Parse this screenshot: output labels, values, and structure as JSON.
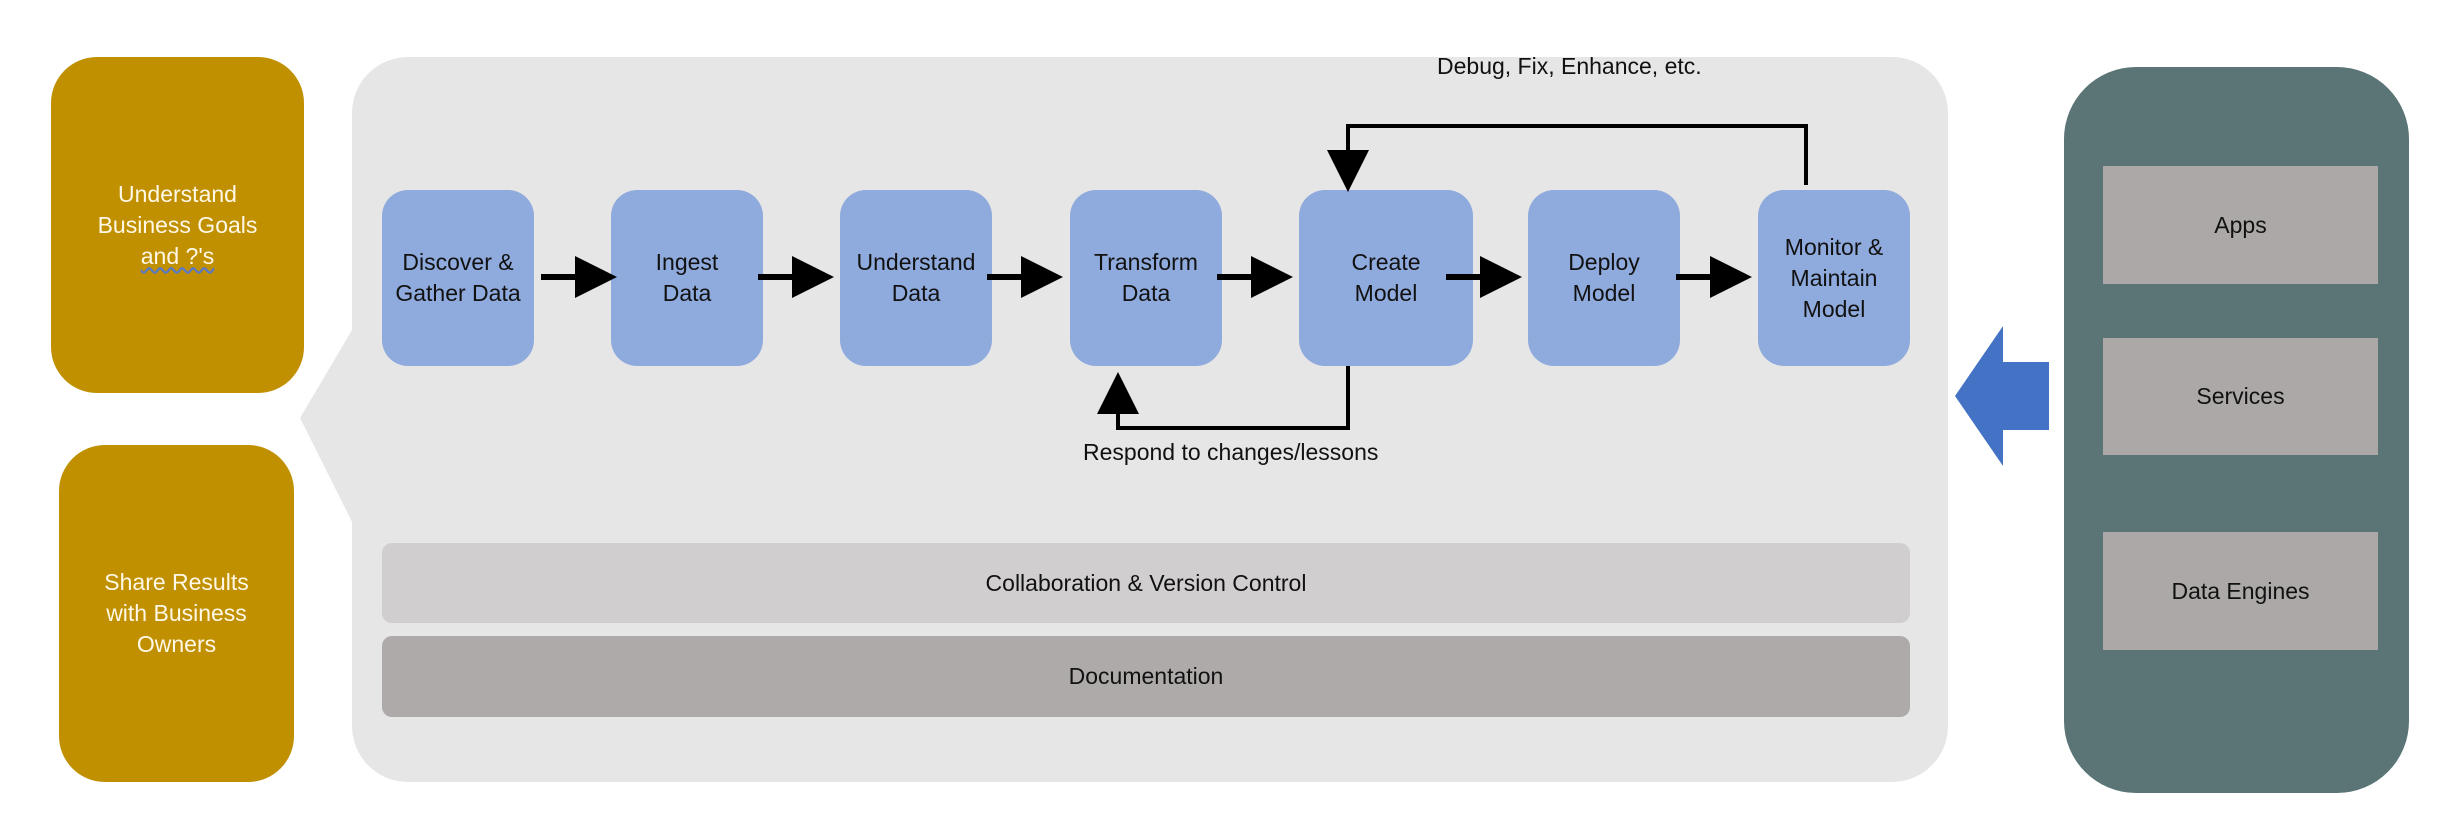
{
  "left": {
    "goals_text": "Understand\nBusiness Goals\n",
    "goals_tail": "and ?'s",
    "share_text": "Share Results\nwith Business\nOwners"
  },
  "pipeline": {
    "steps": [
      {
        "label": "Discover &\nGather Data"
      },
      {
        "label": "Ingest\nData"
      },
      {
        "label": "Understand\nData"
      },
      {
        "label": "Transform\nData"
      },
      {
        "label": "Create\nModel"
      },
      {
        "label": "Deploy\nModel"
      },
      {
        "label": "Monitor &\nMaintain\nModel"
      }
    ],
    "feedback_top": "Debug, Fix, Enhance, etc.",
    "feedback_bottom": "Respond to changes/lessons"
  },
  "bars": {
    "collaboration": "Collaboration & Version Control",
    "documentation": "Documentation"
  },
  "right": {
    "tiles": [
      {
        "label": "Apps"
      },
      {
        "label": "Services"
      },
      {
        "label": "Data Engines"
      }
    ]
  },
  "colors": {
    "gold": "#c09000",
    "panel": "#e6e6e6",
    "step": "#8faadc",
    "collab_bar": "#d0cecf",
    "doc_bar": "#aeaaaa",
    "server_panel": "#5b7577",
    "tile": "#ada8a8",
    "arrow_blue": "#4472c4"
  }
}
